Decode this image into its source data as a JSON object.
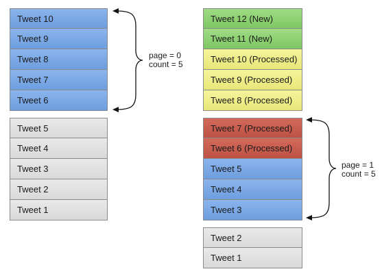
{
  "left": {
    "top": [
      "Tweet 10",
      "Tweet 9",
      "Tweet 8",
      "Tweet 7",
      "Tweet 6"
    ],
    "bottom": [
      "Tweet 5",
      "Tweet 4",
      "Tweet 3",
      "Tweet 2",
      "Tweet 1"
    ],
    "annotation": {
      "page": "page = 0",
      "count": "count = 5"
    }
  },
  "right": {
    "top": [
      "Tweet 12 (New)",
      "Tweet 11 (New)",
      "Tweet 10 (Processed)",
      "Tweet 9 (Processed)",
      "Tweet 8 (Processed)"
    ],
    "middle": [
      "Tweet 7 (Processed)",
      "Tweet 6 (Processed)",
      "Tweet 5",
      "Tweet 4",
      "Tweet 3"
    ],
    "bottom": [
      "Tweet 2",
      "Tweet 1"
    ],
    "annotation": {
      "page": "page = 1",
      "count": "count = 5"
    }
  },
  "colors": {
    "blue": "#7aa8e6",
    "gray": "#e0e0e0",
    "green": "#8dd272",
    "yellow": "#efee88",
    "red": "#c75e50"
  }
}
